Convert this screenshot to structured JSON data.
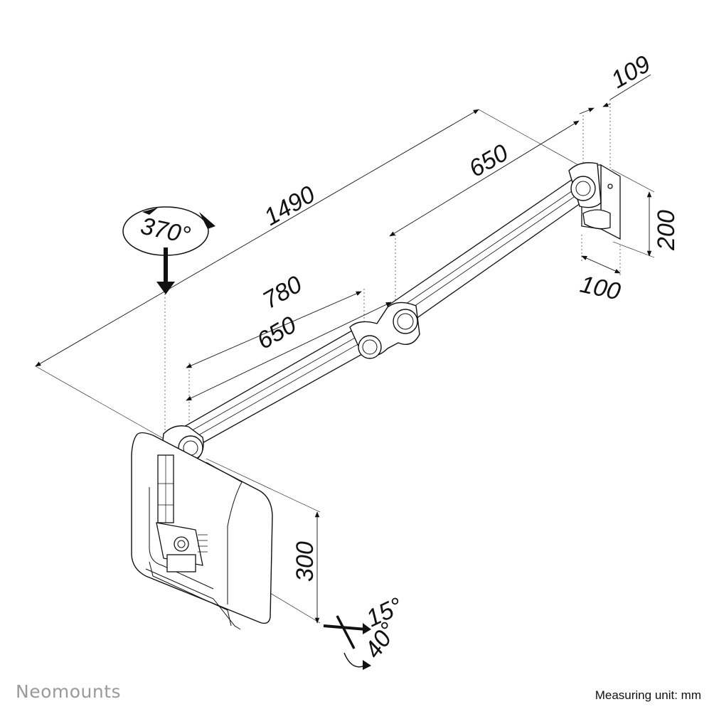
{
  "brand": "Neomounts",
  "measuring_unit": "Measuring unit: mm",
  "dimensions": {
    "total_reach": "1490",
    "outer_arm": "650",
    "inner_arm": "650",
    "mid_reach": "780",
    "wall_depth": "109",
    "wall_height": "200",
    "wall_width": "100",
    "screen_height": "300"
  },
  "rotation": {
    "swivel": "370°",
    "tilt_up": "15°",
    "tilt_down": "40°"
  },
  "colors": {
    "line": "#111111",
    "fill": "#ffffff",
    "brand": "#9a9a9a"
  }
}
